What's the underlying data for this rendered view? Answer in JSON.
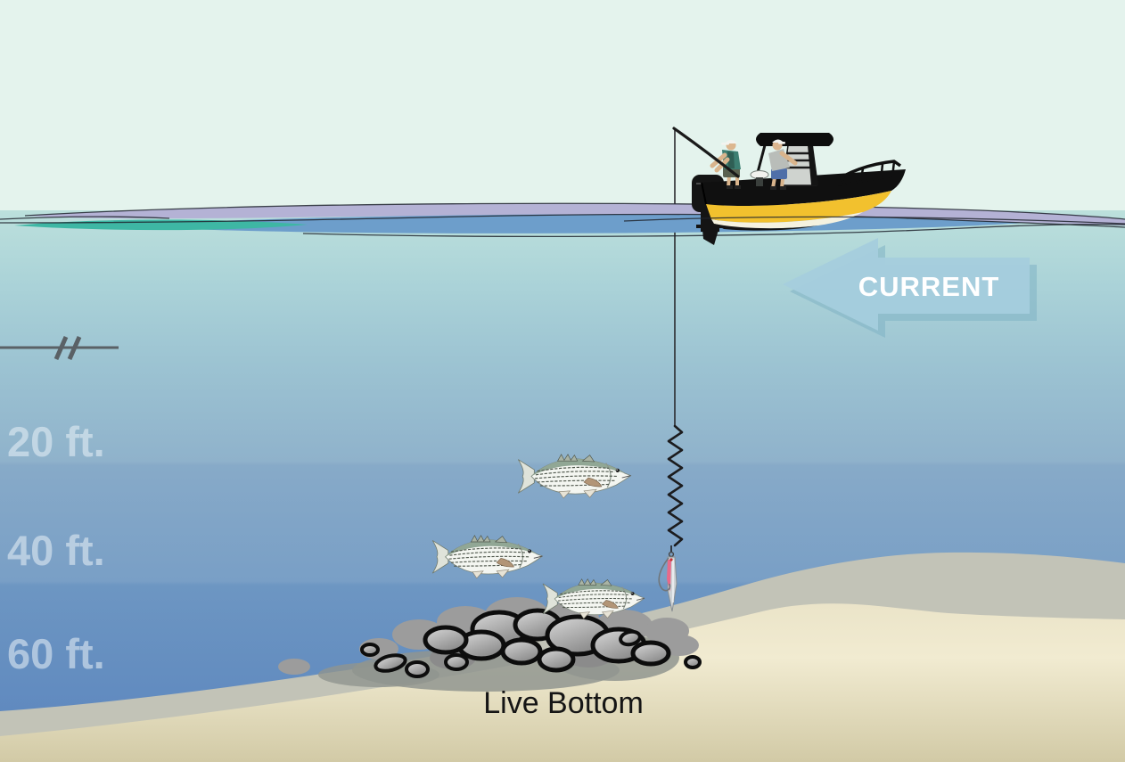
{
  "diagram": {
    "current_label": "CURRENT",
    "live_bottom_label": "Live Bottom",
    "depth_markers": [
      {
        "label": "20 ft."
      },
      {
        "label": "40 ft."
      },
      {
        "label": "60 ft."
      }
    ]
  },
  "icons": {
    "current_arrow": "left-arrow-icon",
    "scale_break": "axis-break-icon",
    "boat": "center-console-fishing-boat",
    "fish": "striped-bass",
    "lure": "vertical-jig"
  },
  "colors": {
    "sky": "#e4f3ed",
    "water_top": "#bce0dc",
    "water_deep": "#5b85be",
    "current_arrow": "#a5cedd",
    "current_arrow_shadow": "#7fb2c4",
    "current_text": "#ffffff",
    "depth_label": "#eaf2f8",
    "sand": "#efe9cd",
    "sand_band": "#c2c3b7",
    "rock_gray": "#9c9c9c",
    "boat_hull_yellow": "#f2c12e",
    "boat_trim_black": "#101010",
    "wave_lavender": "#b4b2d5",
    "wave_blue": "#6d9ecb",
    "wave_teal": "#3eb7a4"
  }
}
